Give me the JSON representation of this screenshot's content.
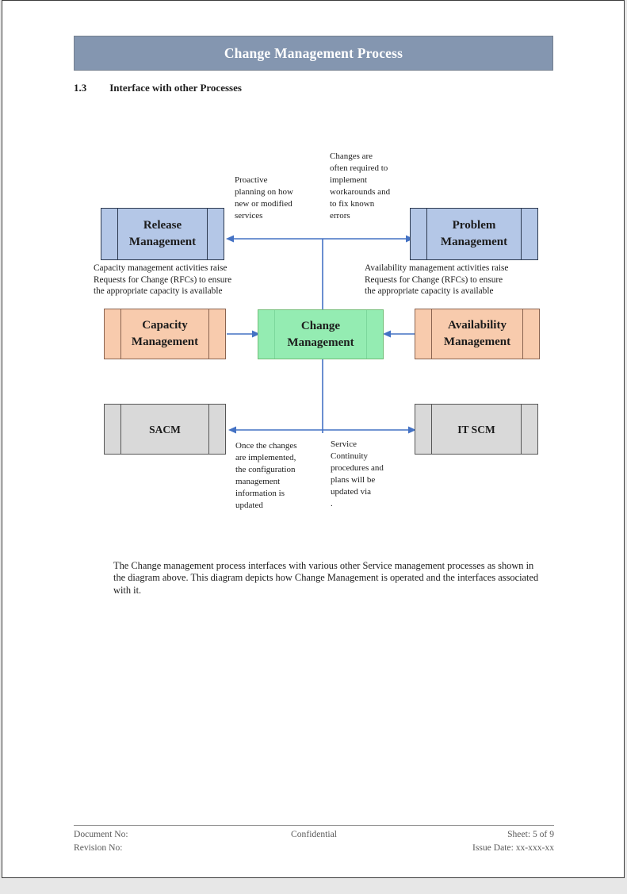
{
  "header_bar": {
    "title": "Change Management Process",
    "bg_color": "#8496b0"
  },
  "section_heading": {
    "number": "1.3",
    "title": "Interface with other Processes"
  },
  "diagram": {
    "arrow_color": "#4472c4",
    "boxes": {
      "release": {
        "label": "Release Management",
        "fill": "#b4c7e7",
        "border": "#2d3a50"
      },
      "problem": {
        "label": "Problem Management",
        "fill": "#b4c7e7",
        "border": "#2d3a50"
      },
      "capacity": {
        "label": "Capacity Management",
        "fill": "#f8cbad",
        "border": "#8a6450"
      },
      "change": {
        "label": "Change Management",
        "fill": "#94ecb2",
        "border": "#72bd77"
      },
      "availability": {
        "label": "Availability Management",
        "fill": "#f8cbad",
        "border": "#8a6450"
      },
      "sacm": {
        "label": "SACM",
        "fill": "#d9d9d9",
        "border": "#565656"
      },
      "itscm": {
        "label": "IT SCM",
        "fill": "#d9d9d9",
        "border": "#565656"
      }
    },
    "annotations": {
      "proactive": "Proactive\nplanning on how\nnew or modified\nservices",
      "changes": "Changes are\noften required to\nimplement\nworkarounds and\nto fix known\nerrors",
      "capacity_note": "Capacity management activities raise\nRequests for Change (RFCs) to ensure\nthe appropriate capacity is available",
      "availability_note": "Availability management activities raise\nRequests for Change (RFCs) to ensure\nthe appropriate capacity is available",
      "sacm_note": "Once the changes\nare implemented,\nthe configuration\nmanagement\ninformation is\nupdated",
      "itscm_note": "Service\nContinuity\nprocedures and\nplans will be\nupdated via\n."
    }
  },
  "body_paragraph": "The Change management process interfaces with various other Service management processes as shown in the diagram above. This diagram depicts how Change Management is operated and the interfaces associated with it.",
  "footer": {
    "document_no_label": "Document No:",
    "revision_no_label": "Revision No:",
    "confidential": "Confidential",
    "sheet": "Sheet: 5 of 9",
    "issue_date": "Issue Date: xx-xxx-xx"
  }
}
